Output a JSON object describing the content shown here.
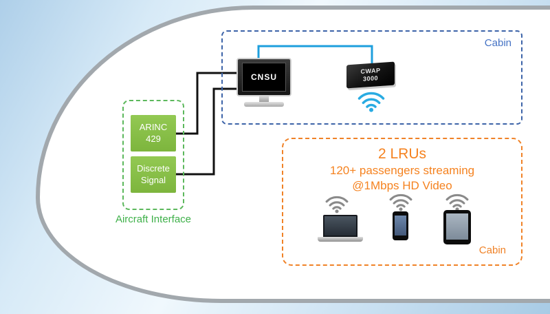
{
  "cabin_equipment_zone": {
    "label": "Cabin",
    "cnsu_label": "CNSU",
    "cwap_label": "CWAP\n3000"
  },
  "aircraft_interface": {
    "label": "Aircraft Interface",
    "arinc_label": "ARINC\n429",
    "discrete_label": "Discrete\nSignal"
  },
  "passenger_zone": {
    "label": "Cabin",
    "stat_line1": "2 LRUs",
    "stat_line2": "120+ passengers streaming",
    "stat_line3": "@1Mbps HD Video",
    "client_devices": [
      "laptop",
      "smartphone",
      "tablet"
    ]
  },
  "colors": {
    "green_node": "#7db53d",
    "green_dash_border": "#5cb85c",
    "green_label_text": "#3eb049",
    "blue_dash_border": "#3c63a8",
    "blue_cabin_text": "#4472c4",
    "blue_connector": "#1e9fdd",
    "orange_dash_border": "#f08227",
    "orange_text": "#f5821f",
    "wifi_blue": "#29abe2",
    "wifi_gray": "#8a8a8a",
    "fuselage_border": "#a2a8ad"
  }
}
